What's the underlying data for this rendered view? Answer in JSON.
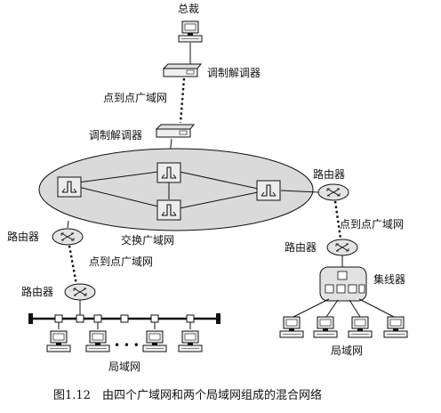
{
  "labels": {
    "president": "总裁",
    "modem_top": "调制解调器",
    "ptp_top": "点到点广域网",
    "modem_mid": "调制解调器",
    "router_right": "路由器",
    "ptp_right": "点到点广域网",
    "router_left": "路由器",
    "ptp_left": "点到点广域网",
    "router_right2": "路由器",
    "hub": "集线器",
    "switch_wan": "交换广域网",
    "router_bottom": "路由器",
    "lan_left": "局域网",
    "lan_right": "局域网",
    "ellipsis": "• • •"
  },
  "caption": "图1.12　由四个广域网和两个局域网组成的混合网络",
  "colors": {
    "ink": "#111111",
    "ring": "#d8d8d8",
    "device": "#e6e6e6"
  }
}
